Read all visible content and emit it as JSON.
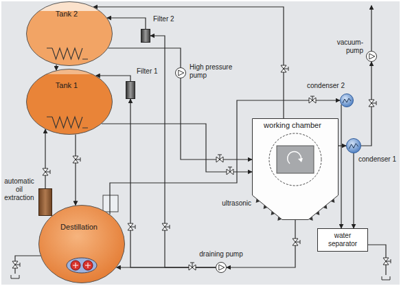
{
  "diagram": {
    "nodes": [
      {
        "text": [
          "Tank 2"
        ]
      },
      {
        "text": [
          "Tank 1"
        ]
      },
      {
        "text": [
          "Filter 2"
        ]
      },
      {
        "text": [
          "Filter 1"
        ]
      },
      {
        "text": [
          "High pressure pump"
        ]
      },
      {
        "text": [
          "vacuum-pump"
        ]
      },
      {
        "text": [
          "condenser 2"
        ]
      },
      {
        "text": [
          "condenser 1"
        ]
      },
      {
        "text": [
          "working chamber"
        ]
      },
      {
        "text": [
          "automatic oil extraction"
        ]
      },
      {
        "text": [
          "Destillation"
        ]
      },
      {
        "text": [
          "draining pump"
        ]
      },
      {
        "text": [
          "water separator"
        ]
      }
    ],
    "edges": [
      {
        "from": 0,
        "to": 1,
        "arrow": "to"
      },
      {
        "from": 8,
        "to": 0,
        "arrow": "to"
      },
      {
        "from": 2,
        "to": 0,
        "arrow": "to"
      },
      {
        "from": 11,
        "to": 2,
        "arrow": "to"
      },
      {
        "from": 11,
        "to": 3,
        "arrow": "to"
      },
      {
        "from": 3,
        "to": 1,
        "arrow": "to"
      },
      {
        "from": 0,
        "to": 4,
        "arrow": "none"
      },
      {
        "from": 4,
        "to": 8,
        "arrow": "to"
      },
      {
        "from": 1,
        "to": 8,
        "arrow": "to"
      },
      {
        "from": 8,
        "to": 7,
        "arrow": "to"
      },
      {
        "from": 7,
        "to": 5,
        "arrow": "to"
      },
      {
        "from": 7,
        "to": 12,
        "arrow": "to"
      },
      {
        "from": 6,
        "to": 12,
        "arrow": "to"
      },
      {
        "from": 8,
        "to": 11,
        "arrow": "to"
      },
      {
        "from": 11,
        "to": 10,
        "arrow": "to"
      },
      {
        "from": 10,
        "to": 6,
        "arrow": "to"
      },
      {
        "from": 9,
        "to": 1,
        "arrow": "to"
      },
      {
        "from": 1,
        "to": 10,
        "arrow": "to"
      }
    ],
    "labels": [
      "ultrasonic"
    ]
  }
}
